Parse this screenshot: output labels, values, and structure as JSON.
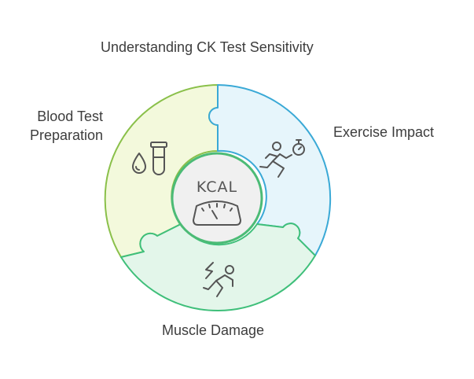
{
  "title": "Understanding CK Test Sensitivity",
  "segments": {
    "blood_test": {
      "label_line1": "Blood Test",
      "label_line2": "Preparation",
      "icon": "blood-test-tubes-icon",
      "fill": "#f3f9dc",
      "stroke": "#8ac04a"
    },
    "exercise": {
      "label": "Exercise Impact",
      "icon": "running-stopwatch-icon",
      "fill": "#e6f5fb",
      "stroke": "#3aa9d6"
    },
    "muscle_damage": {
      "label": "Muscle Damage",
      "icon": "falling-person-icon",
      "fill": "#e3f6ea",
      "stroke": "#3fbf7a"
    }
  },
  "center": {
    "text": "KCAL",
    "icon": "scale-gauge-icon",
    "fill": "#f0f0f0",
    "stroke": "#4cbb76"
  }
}
